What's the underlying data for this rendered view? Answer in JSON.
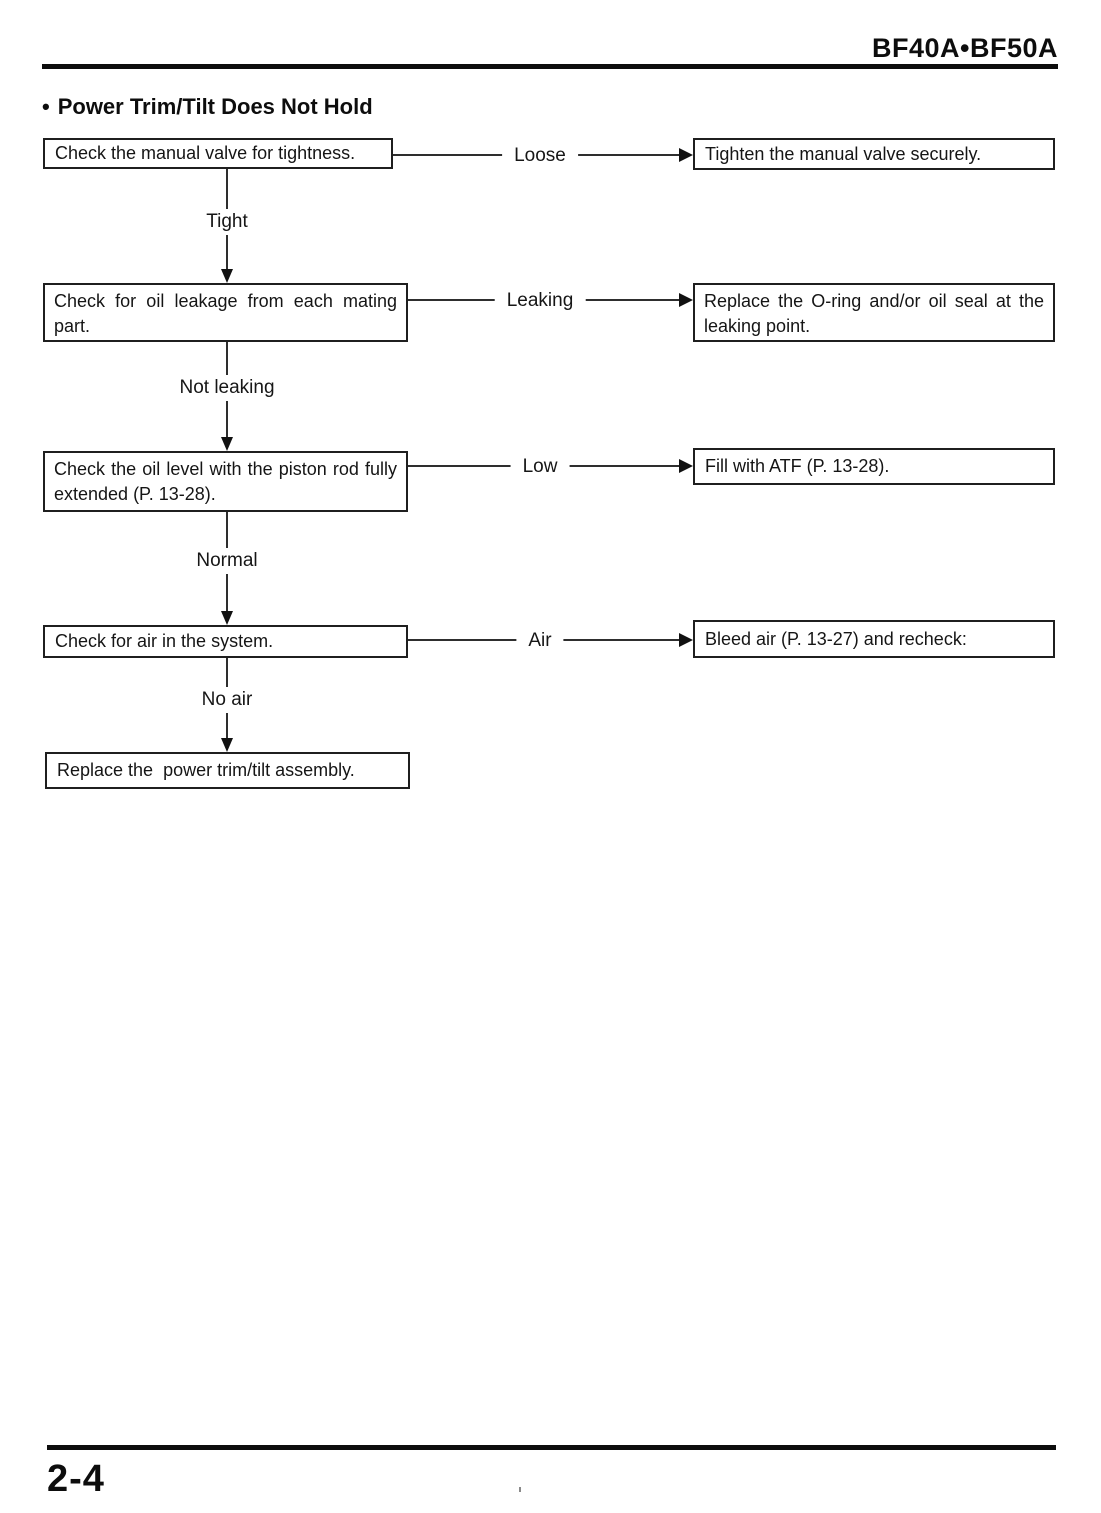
{
  "header": {
    "model": "BF40A•BF50A"
  },
  "section": {
    "bullet": "•",
    "title": "Power Trim/Tilt Does Not Hold"
  },
  "flowchart": {
    "steps": [
      {
        "check": "Check the manual valve for tightness.",
        "condition": "Loose",
        "action": "Tighten the manual valve securely.",
        "pass_label": "Tight"
      },
      {
        "check": "Check for oil leakage from each mating part.",
        "condition": "Leaking",
        "action": "Replace the O-ring and/or oil seal at the leaking point.",
        "pass_label": "Not leaking"
      },
      {
        "check": "Check the oil level with the piston rod fully extended (P. 13-28).",
        "condition": "Low",
        "action": "Fill with ATF (P. 13-28).",
        "pass_label": "Normal"
      },
      {
        "check": "Check for air in the system.",
        "condition": "Air",
        "action": "Bleed air (P. 13-27) and recheck:",
        "pass_label": "No air"
      }
    ],
    "final_action": "Replace the  power trim/tilt assembly."
  },
  "footer": {
    "page_number": "2-4"
  }
}
